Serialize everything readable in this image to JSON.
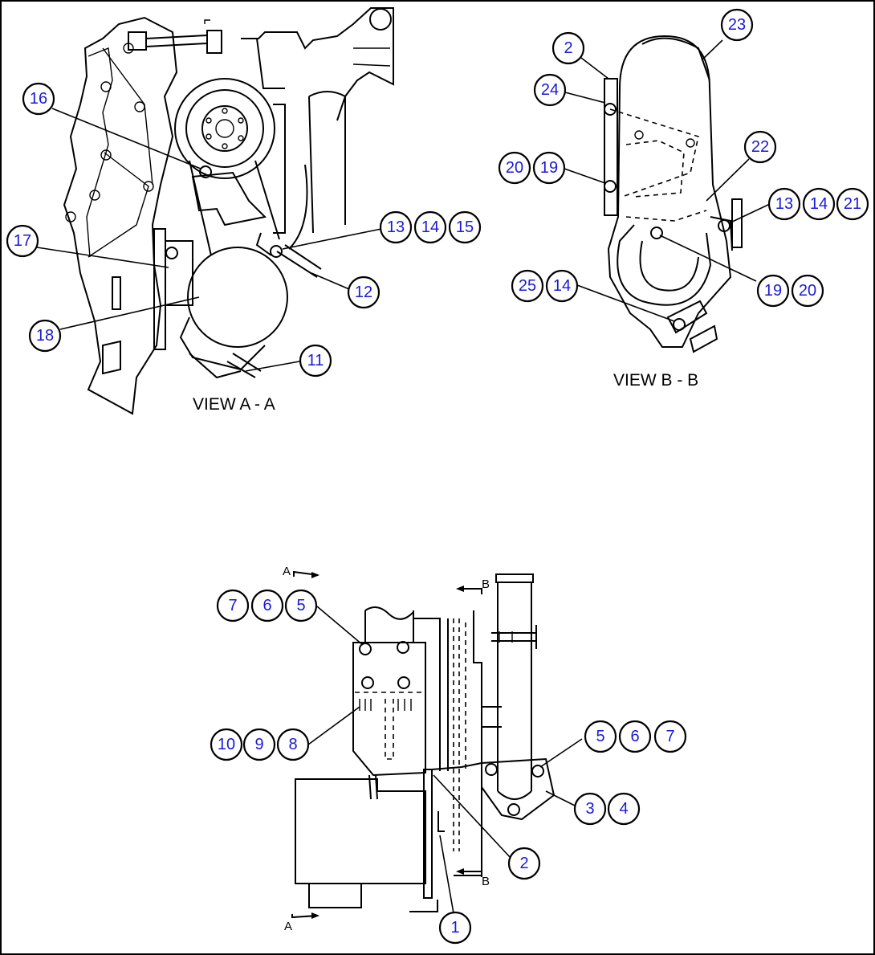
{
  "views": {
    "view_a": "VIEW A - A",
    "view_b": "VIEW B - B"
  },
  "section_markers": {
    "a_top": "A",
    "a_bottom": "A",
    "b_top": "B",
    "b_bottom": "B"
  },
  "callouts": {
    "a16": "16",
    "a17": "17",
    "a18": "18",
    "a11": "11",
    "a12": "12",
    "a13": "13",
    "a14": "14",
    "a15": "15",
    "b2": "2",
    "b23": "23",
    "b24": "24",
    "b22": "22",
    "b20": "20",
    "b19": "19",
    "b13": "13",
    "b14": "14",
    "b21": "21",
    "b19b": "19",
    "b20b": "20",
    "b25": "25",
    "b14b": "14",
    "m7": "7",
    "m6": "6",
    "m5": "5",
    "m10": "10",
    "m9": "9",
    "m8": "8",
    "m5b": "5",
    "m6b": "6",
    "m7b": "7",
    "m3": "3",
    "m4": "4",
    "m2": "2",
    "m1": "1"
  },
  "colors": {
    "line": "#000000",
    "callout_text": "#1a1ad6",
    "background": "#ffffff"
  }
}
